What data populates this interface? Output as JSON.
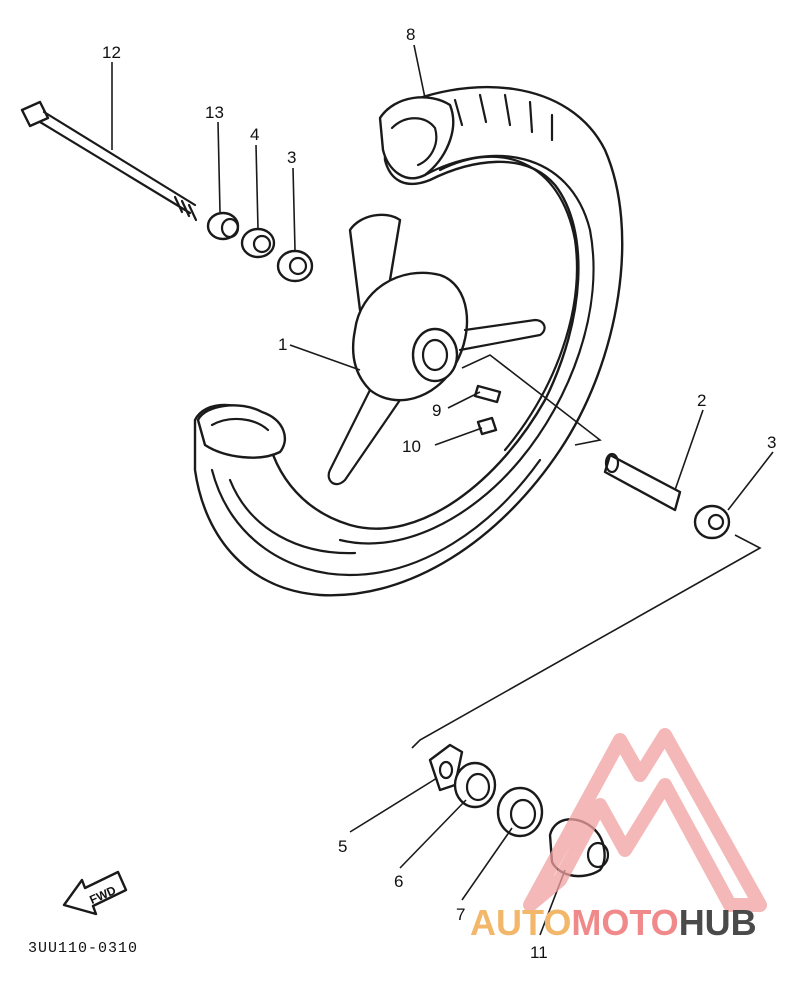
{
  "callouts": {
    "c1": "1",
    "c2": "2",
    "c3a": "3",
    "c3b": "3",
    "c4": "4",
    "c5": "5",
    "c6": "6",
    "c7": "7",
    "c8": "8",
    "c9": "9",
    "c10": "10",
    "c11": "11",
    "c12": "12",
    "c13": "13"
  },
  "fwd_arrow_label": "FWD",
  "diagram_code": "3UU110-0310",
  "watermark": {
    "part_auto": "AUTO",
    "part_moto": "MOTO",
    "part_hub": "HUB",
    "color_auto": "#f2b76b",
    "color_moto": "#f08a8a",
    "color_hub": "#4a4a4a",
    "logo_color": "#f0a0a0"
  }
}
